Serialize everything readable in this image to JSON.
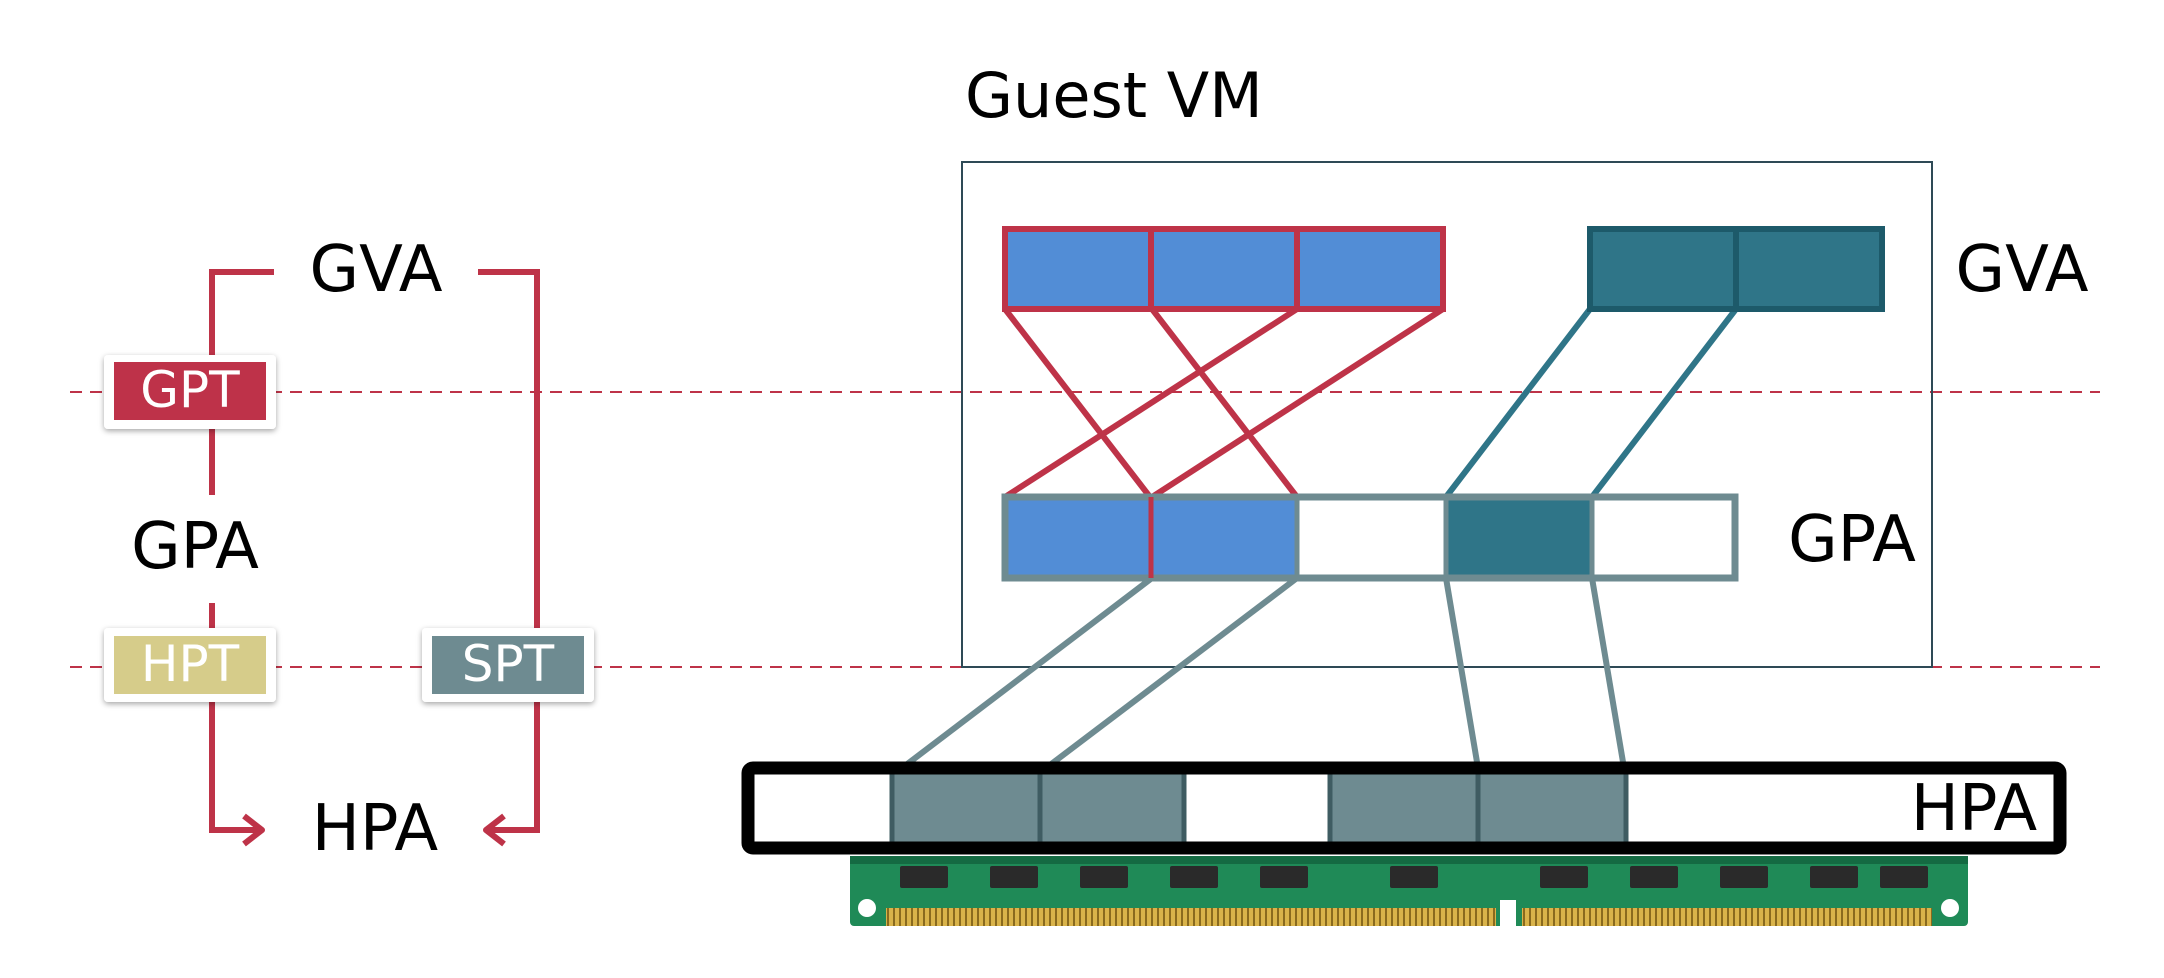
{
  "guest_vm": {
    "title": "Guest VM"
  },
  "flow": {
    "gva": "GVA",
    "gpa": "GPA",
    "hpa": "HPA",
    "gpt": "GPT",
    "hpt": "HPT",
    "spt": "SPT"
  },
  "memory": {
    "gva_label": "GVA",
    "gpa_label": "GPA",
    "hpa_label": "HPA"
  },
  "colors": {
    "crimson": "#BE3348",
    "blue_fill": "#528DD6",
    "teal": "#2F7588",
    "teal_dark": "#1D5A6A",
    "slate": "#6E8B91",
    "khaki": "#D6CC8A",
    "black": "#000000",
    "pcb_green": "#1F8A57",
    "gold": "#C9A23A"
  },
  "icons": {
    "ram_module": "ram-module-icon"
  }
}
